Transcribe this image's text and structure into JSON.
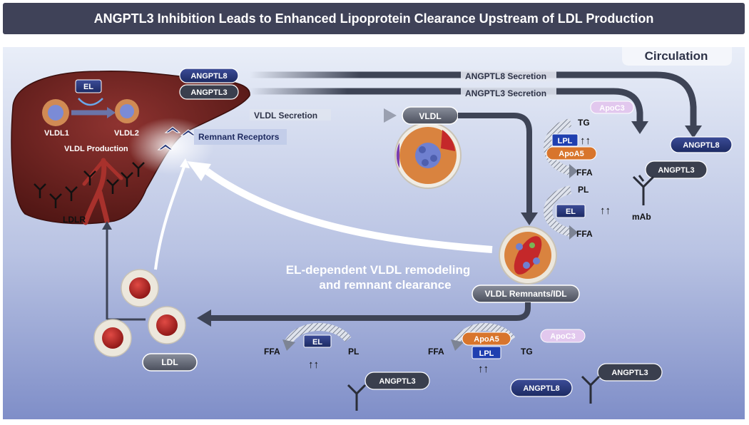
{
  "title": "ANGPTL3 Inhibition Leads to Enhanced Lipoprotein Clearance Upstream of LDL Production",
  "panel_label": "Circulation",
  "liver": {
    "el": "EL",
    "vldl1": "VLDL1",
    "vldl2": "VLDL2",
    "production": "VLDL Production",
    "remnant_receptors": "Remnant Receptors",
    "ldlr": "LDLR"
  },
  "secretion": {
    "angptl8_tag": "ANGPTL8",
    "angptl3_tag": "ANGPTL3",
    "angptl8_label": "ANGPTL8 Secretion",
    "angptl3_label": "ANGPTL3 Secretion",
    "vldl_label": "VLDL Secretion"
  },
  "particles": {
    "vldl": "VLDL",
    "remnants": "VLDL Remnants/IDL",
    "ldl": "LDL"
  },
  "lipolysis_top": {
    "apoc3": "ApoC3",
    "tg": "TG",
    "lpl": "LPL",
    "apoa5": "ApoA5",
    "ffa": "FFA",
    "arrows": "↑↑"
  },
  "el_mid": {
    "pl": "PL",
    "el": "EL",
    "ffa": "FFA",
    "arrows": "↑↑"
  },
  "right_side": {
    "angptl8": "ANGPTL8",
    "angptl3": "ANGPTL3",
    "mab": "mAb"
  },
  "remodeling_text": {
    "line1": "EL-dependent VLDL remodeling",
    "line2": "and remnant clearance"
  },
  "bottom": {
    "el_ffa": "FFA",
    "el": "EL",
    "el_pl": "PL",
    "el_arrows": "↑↑",
    "angptl3_left": "ANGPTL3",
    "lpl_ffa": "FFA",
    "apoa5": "ApoA5",
    "lpl": "LPL",
    "tg": "TG",
    "lpl_arrows": "↑↑",
    "apoc3": "ApoC3",
    "angptl8": "ANGPTL8",
    "angptl3_right": "ANGPTL3"
  },
  "colors": {
    "navy": "#2b3a7a",
    "dark_pill": "#3a3f4e",
    "liver": "#6a1f1c",
    "apoa5": "#d8752c",
    "apoc3": "#e2c8ee",
    "lpl_blue": "#1f3fb0",
    "arrow_dark": "#3e4456"
  }
}
